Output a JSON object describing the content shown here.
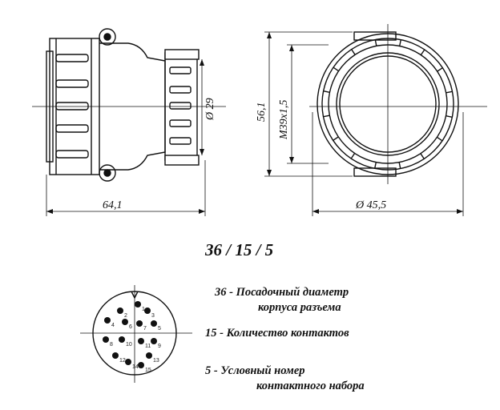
{
  "dimensions": {
    "length": "64,1",
    "diameter_small": "Ø 29",
    "height": "56,1",
    "thread": "M39x1,5",
    "diameter_outer": "Ø 45,5"
  },
  "code": "36 / 15 / 5",
  "legend": [
    {
      "num": "36",
      "sep": "-",
      "text1": "Посадочный диаметр",
      "text2": "корпуса разъема"
    },
    {
      "num": "15",
      "sep": "-",
      "text1": "Количество контактов",
      "text2": ""
    },
    {
      "num": "5",
      "sep": "- ",
      "text1": "Условный номер",
      "text2": "контактного набора"
    }
  ],
  "pins": [
    {
      "n": 1,
      "label": "1"
    },
    {
      "n": 2,
      "label": "2"
    },
    {
      "n": 3,
      "label": "3"
    },
    {
      "n": 4,
      "label": "4"
    },
    {
      "n": 5,
      "label": "5"
    },
    {
      "n": 6,
      "label": "6"
    },
    {
      "n": 7,
      "label": "7"
    },
    {
      "n": 8,
      "label": "8"
    },
    {
      "n": 9,
      "label": "9"
    },
    {
      "n": 10,
      "label": "10"
    },
    {
      "n": 11,
      "label": "11"
    },
    {
      "n": 12,
      "label": "12"
    },
    {
      "n": 13,
      "label": "13"
    },
    {
      "n": 14,
      "label": "14"
    },
    {
      "n": 15,
      "label": "15"
    }
  ]
}
